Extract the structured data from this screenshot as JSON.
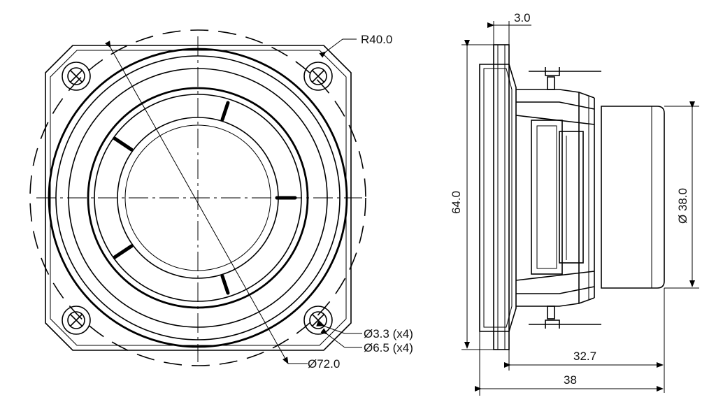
{
  "front_view": {
    "labels": {
      "corner_radius": "R40.0",
      "small_hole": "Ø3.3 (x4)",
      "large_hole": "Ø6.5 (x4)",
      "diagonal": "Ø72.0"
    }
  },
  "side_view": {
    "labels": {
      "flange_thickness": "3.0",
      "height": "64.0",
      "magnet_diameter": "Ø 38.0",
      "depth_partial": "32.7",
      "depth_total": "38"
    }
  }
}
